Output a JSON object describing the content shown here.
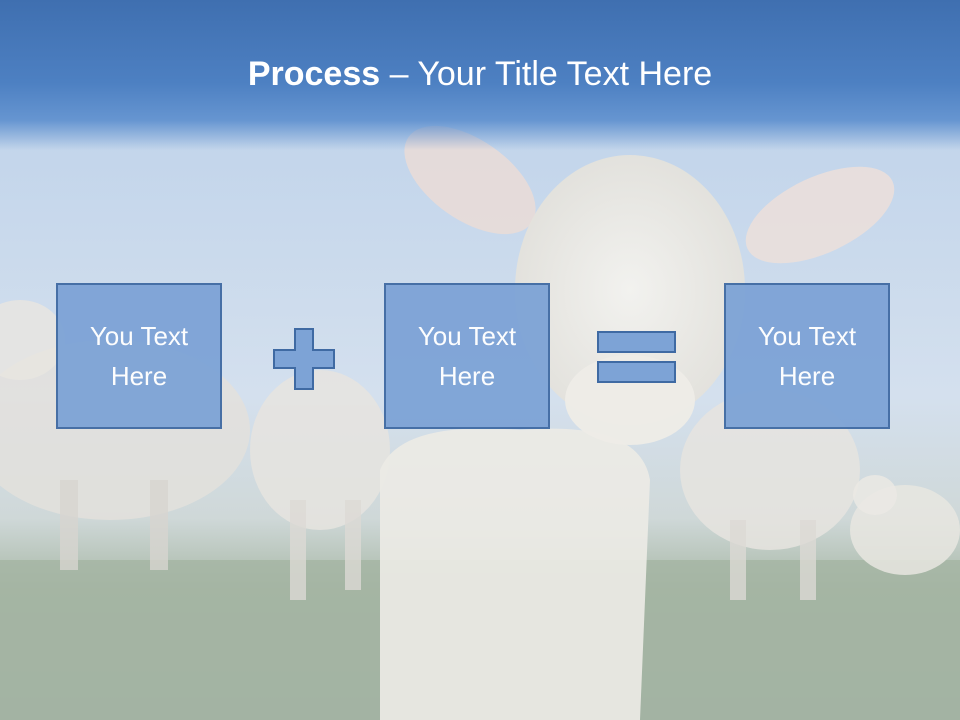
{
  "slide": {
    "title_bold": "Process",
    "title_rest": " – Your Title Text Here",
    "boxes": [
      {
        "text": "You Text Here"
      },
      {
        "text": "You Text Here"
      },
      {
        "text": "You Text Here"
      }
    ],
    "operators": [
      "plus-icon",
      "equals-icon"
    ],
    "colors": {
      "title_bar": "#4d80c2",
      "box_fill": "#7da3d6",
      "box_border": "#3f6aa3",
      "title_text": "#ffffff"
    }
  }
}
